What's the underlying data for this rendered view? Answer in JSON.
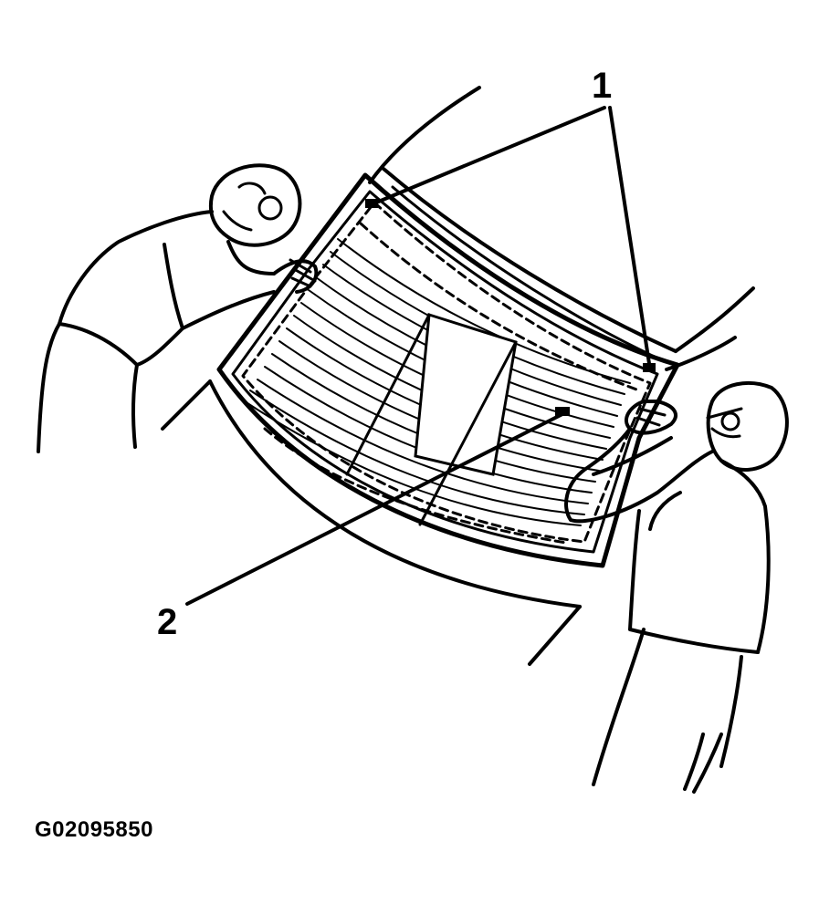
{
  "diagram": {
    "callouts": [
      {
        "id": "1",
        "label": "1"
      },
      {
        "id": "2",
        "label": "2"
      }
    ],
    "figure_id": "G02095850"
  },
  "colors": {
    "ink": "#000000",
    "background": "#ffffff"
  }
}
